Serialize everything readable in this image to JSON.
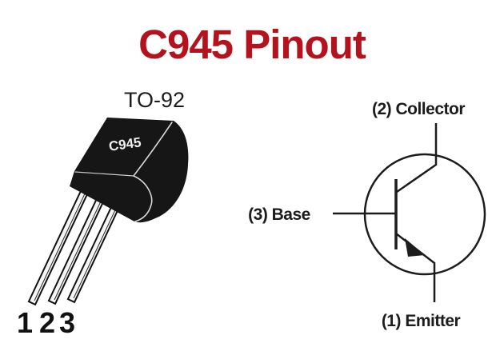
{
  "title": {
    "text": "C945 Pinout",
    "color": "#b4121d"
  },
  "package": {
    "type_label": "TO-92",
    "part_number": "C945",
    "pin_numbers": [
      "1",
      "2",
      "3"
    ],
    "body_color": "#161616",
    "lead_color": "#f5f5f5"
  },
  "schematic": {
    "symbol": "npn-transistor",
    "line_color": "#1c1c1c",
    "labels": {
      "collector": "(2) Collector",
      "base": "(3) Base",
      "emitter": "(1) Emitter"
    }
  }
}
